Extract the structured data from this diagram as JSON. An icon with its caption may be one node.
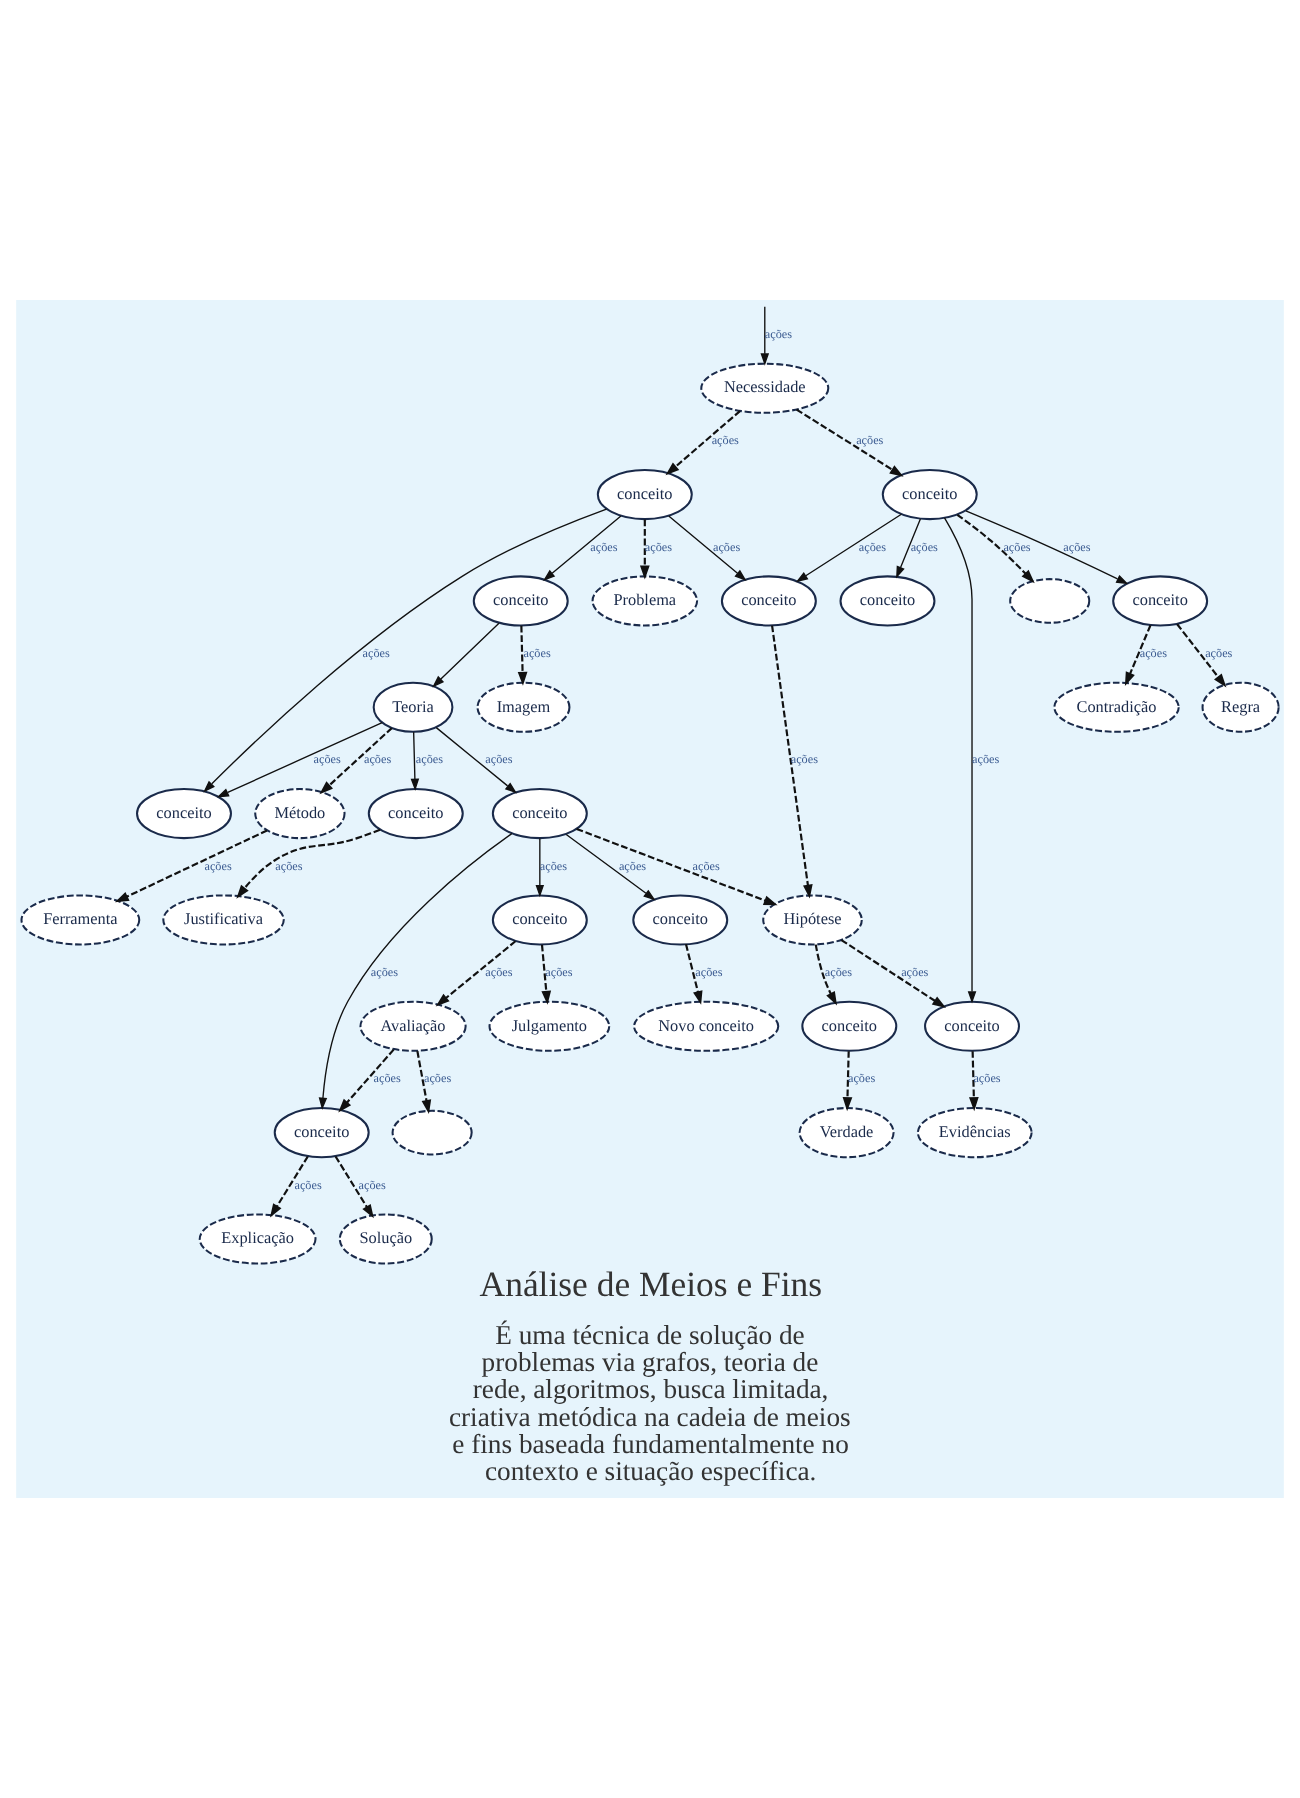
{
  "diagram": {
    "title": "Análise de Meios e Fins",
    "caption": "É uma técnica de solução de problemas via grafos, teoria de rede, algoritmos, busca limitada, criativa metódica na cadeia de meios e fins baseada fundamentalmente no contexto e situação específica.",
    "nodes": [
      {
        "text": [
          "Problema"
        ]
      },
      {
        "text": [
          "Imagem"
        ]
      },
      {
        "text": [
          "Ferramenta"
        ]
      },
      {
        "text": [
          "Necessidade"
        ]
      },
      {
        "text": [
          "conceito"
        ]
      },
      {
        "text": [
          "conceito"
        ]
      },
      {
        "text": [
          "Método"
        ]
      },
      {
        "text": [
          "Teoria"
        ]
      },
      {
        "text": [
          "conceito"
        ]
      },
      {
        "text": [
          "conceito"
        ]
      },
      {
        "text": [
          "Justificativa"
        ]
      },
      {
        "text": [
          "conceito"
        ]
      },
      {
        "text": [
          "conceito"
        ]
      },
      {
        "text": [
          "conceito"
        ]
      },
      {
        "text": [
          "Julgamento"
        ]
      },
      {
        "text": [
          "Hipótese"
        ]
      },
      {
        "text": [
          "conceito"
        ]
      },
      {
        "text": [
          "conceito"
        ]
      },
      {
        "text": [],
        "shape": "circle"
      },
      {
        "text": [
          "conceito"
        ]
      },
      {
        "text": [
          "conceito"
        ]
      },
      {
        "text": [
          "Avaliação"
        ]
      },
      {
        "text": [
          "conceito"
        ]
      },
      {
        "text": [
          "conceito"
        ]
      },
      {
        "text": [
          "conceito"
        ]
      },
      {
        "text": [],
        "shape": "circle"
      },
      {
        "text": [
          "Regra"
        ]
      },
      {
        "text": [
          "Contradição"
        ]
      },
      {
        "text": [
          "Evidências"
        ]
      },
      {
        "text": [
          "Verdade"
        ]
      },
      {
        "text": [
          "Novo conceito"
        ]
      },
      {
        "text": [
          "Explicação"
        ]
      },
      {
        "text": [
          "Solução"
        ]
      }
    ],
    "edges": [
      {
        "from": null,
        "to": 3,
        "arrow": "to",
        "label": "ações"
      },
      {
        "from": 3,
        "to": 4,
        "arrow": "to",
        "label": "ações",
        "style": "dashed"
      },
      {
        "from": 3,
        "to": 11,
        "arrow": "to",
        "label": "ações",
        "style": "dashed"
      },
      {
        "from": 4,
        "to": 0,
        "arrow": "to",
        "label": "ações",
        "style": "dashed"
      },
      {
        "from": 4,
        "to": 5,
        "arrow": "to",
        "label": "ações"
      },
      {
        "from": 4,
        "to": 8,
        "arrow": "to",
        "label": "ações"
      },
      {
        "from": 4,
        "to": 12,
        "arrow": "to",
        "label": "ações"
      },
      {
        "from": 5,
        "to": 1,
        "arrow": "to",
        "label": "ações",
        "style": "dashed"
      },
      {
        "from": 5,
        "to": 7,
        "arrow": "to"
      },
      {
        "from": 7,
        "to": 6,
        "arrow": "to",
        "label": "ações",
        "style": "dashed"
      },
      {
        "from": 6,
        "to": 2,
        "arrow": "to",
        "label": "ações",
        "style": "dashed"
      },
      {
        "from": 7,
        "to": 8,
        "arrow": "to",
        "label": "ações"
      },
      {
        "from": 7,
        "to": 13,
        "arrow": "to",
        "label": "ações"
      },
      {
        "from": 7,
        "to": 9,
        "arrow": "to",
        "label": "ações"
      },
      {
        "from": 9,
        "to": 10,
        "arrow": "to",
        "label": "ações",
        "style": "dashed"
      },
      {
        "from": 11,
        "to": 12,
        "arrow": "to",
        "label": "ações"
      },
      {
        "from": 11,
        "to": 18,
        "arrow": "to",
        "label": "ações",
        "style": "dashed"
      },
      {
        "from": 11,
        "to": 19,
        "arrow": "to",
        "label": "ações"
      },
      {
        "from": 11,
        "to": 17,
        "arrow": "to",
        "label": "ações"
      },
      {
        "from": 11,
        "to": 23,
        "arrow": "to",
        "label": "ações"
      },
      {
        "from": 12,
        "to": 15,
        "arrow": "to",
        "label": "ações",
        "style": "dashed"
      },
      {
        "from": 13,
        "to": 15,
        "arrow": "to",
        "label": "ações",
        "style": "dashed"
      },
      {
        "from": 13,
        "to": 16,
        "arrow": "to",
        "label": "ações"
      },
      {
        "from": 13,
        "to": 20,
        "arrow": "to",
        "label": "ações"
      },
      {
        "from": 13,
        "to": 22,
        "arrow": "to",
        "label": "ações"
      },
      {
        "from": 16,
        "to": 14,
        "arrow": "to",
        "label": "ações",
        "style": "dashed"
      },
      {
        "from": 16,
        "to": 21,
        "arrow": "to",
        "label": "ações",
        "style": "dashed"
      },
      {
        "from": 21,
        "to": 22,
        "arrow": "to",
        "label": "ações",
        "style": "dashed"
      },
      {
        "from": 21,
        "to": 25,
        "arrow": "to",
        "label": "ações",
        "style": "dashed"
      },
      {
        "from": 15,
        "to": 23,
        "arrow": "to",
        "label": "ações",
        "style": "dashed"
      },
      {
        "from": 15,
        "to": 24,
        "arrow": "to",
        "label": "ações",
        "style": "dashed"
      },
      {
        "from": 19,
        "to": 26,
        "arrow": "to",
        "label": "ações",
        "style": "dashed"
      },
      {
        "from": 19,
        "to": 27,
        "arrow": "to",
        "label": "ações",
        "style": "dashed"
      },
      {
        "from": 23,
        "to": 28,
        "arrow": "to",
        "label": "ações",
        "style": "dashed"
      },
      {
        "from": 24,
        "to": 29,
        "arrow": "to",
        "label": "ações",
        "style": "dashed"
      },
      {
        "from": 20,
        "to": 30,
        "arrow": "to",
        "label": "ações",
        "style": "dashed"
      },
      {
        "from": 22,
        "to": 31,
        "arrow": "to",
        "label": "ações",
        "style": "dashed"
      },
      {
        "from": 22,
        "to": 32,
        "arrow": "to",
        "label": "ações",
        "style": "dashed"
      }
    ]
  }
}
